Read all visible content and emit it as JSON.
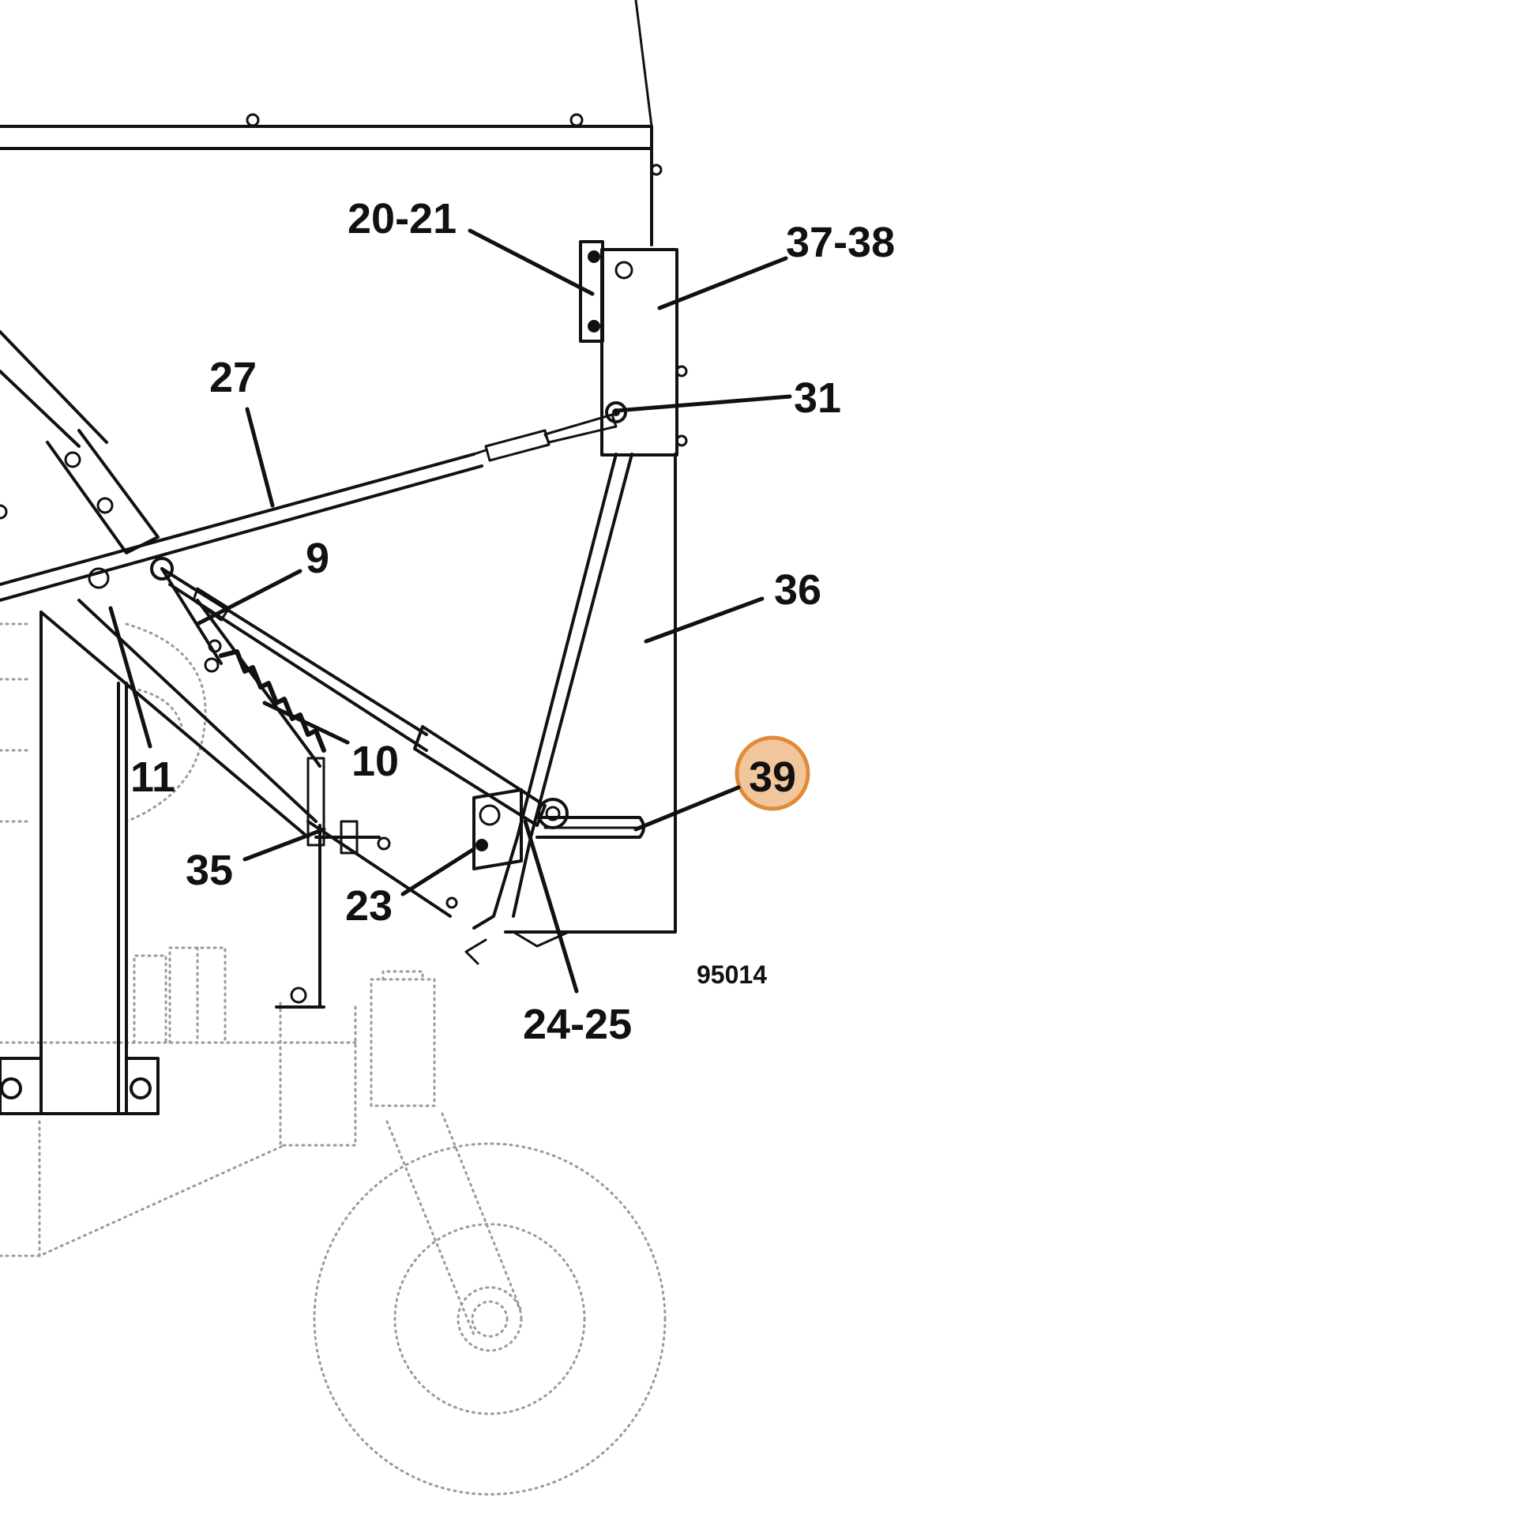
{
  "drawing_number": "95014",
  "highlight": {
    "fill": "#f2c69b",
    "stroke": "#e08a3c"
  },
  "callouts": [
    {
      "id": "label-20-21",
      "text": "20-21"
    },
    {
      "id": "label-37-38",
      "text": "37-38"
    },
    {
      "id": "label-27",
      "text": "27"
    },
    {
      "id": "label-31",
      "text": "31"
    },
    {
      "id": "label-9",
      "text": "9"
    },
    {
      "id": "label-36",
      "text": "36"
    },
    {
      "id": "label-10",
      "text": "10"
    },
    {
      "id": "label-11",
      "text": "11"
    },
    {
      "id": "label-39",
      "text": "39",
      "highlighted": true
    },
    {
      "id": "label-35",
      "text": "35"
    },
    {
      "id": "label-23",
      "text": "23"
    },
    {
      "id": "label-24-25",
      "text": "24-25"
    }
  ]
}
